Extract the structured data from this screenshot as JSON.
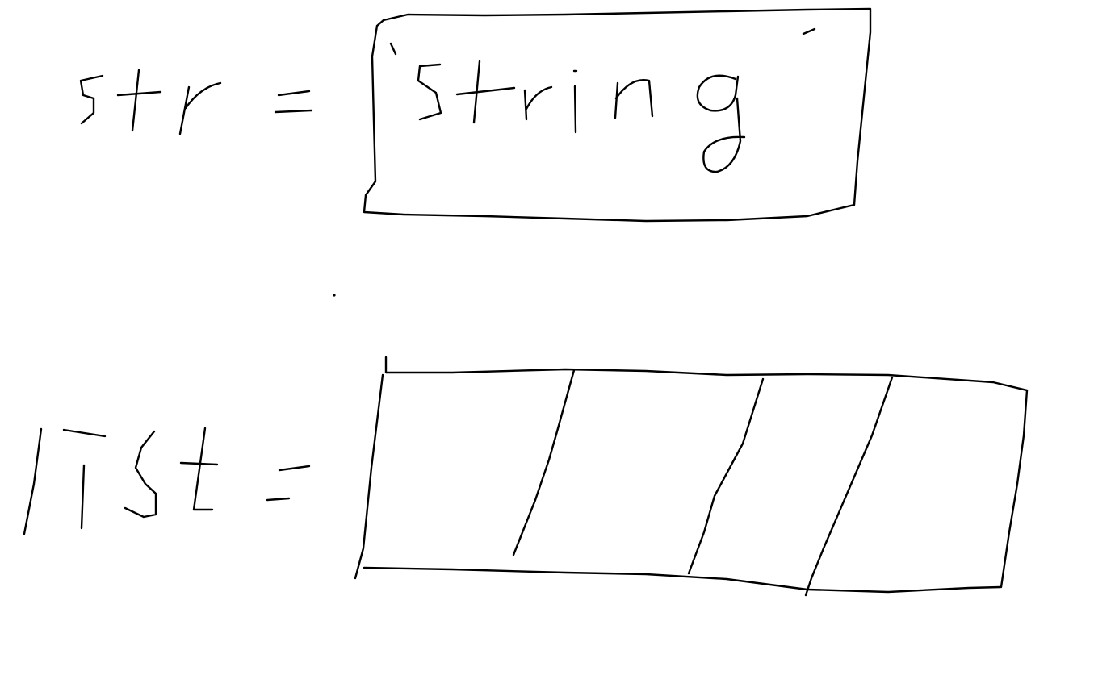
{
  "sketch": {
    "row1": {
      "variable_name": "str",
      "equals_sign": "=",
      "box_content": "'string'"
    },
    "row2": {
      "variable_name": "list",
      "equals_sign": "=",
      "cell_count": 4
    }
  }
}
